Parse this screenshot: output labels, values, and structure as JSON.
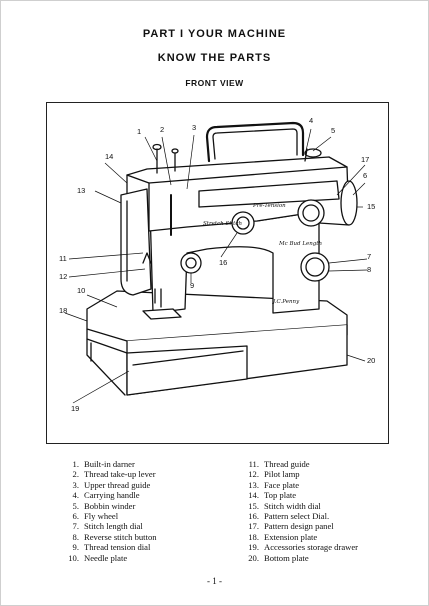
{
  "header": {
    "part": "PART I YOUR MACHINE",
    "subtitle": "KNOW THE PARTS",
    "view": "FRONT VIEW"
  },
  "diagram": {
    "callouts": [
      "1",
      "2",
      "3",
      "4",
      "5",
      "6",
      "7",
      "8",
      "9",
      "10",
      "11",
      "12",
      "13",
      "14",
      "15",
      "16",
      "17",
      "18",
      "19",
      "20"
    ],
    "machine_labels": {
      "model_script": "Stretch Stitch",
      "badge_script": "Pre-Tension",
      "side_script": "Mc Bud Length",
      "brand_script": "J.C.Penny"
    }
  },
  "legend": {
    "left": [
      {
        "num": "1.",
        "text": "Built-in darner"
      },
      {
        "num": "2.",
        "text": "Thread take-up lever"
      },
      {
        "num": "3.",
        "text": "Upper thread guide"
      },
      {
        "num": "4.",
        "text": "Carrying handle"
      },
      {
        "num": "5.",
        "text": "Bobbin winder"
      },
      {
        "num": "6.",
        "text": "Fly wheel"
      },
      {
        "num": "7.",
        "text": "Stitch length dial"
      },
      {
        "num": "8.",
        "text": "Reverse stitch button"
      },
      {
        "num": "9.",
        "text": "Thread tension dial"
      },
      {
        "num": "10.",
        "text": "Needle plate"
      }
    ],
    "right": [
      {
        "num": "11.",
        "text": "Thread guide"
      },
      {
        "num": "12.",
        "text": "Pilot lamp"
      },
      {
        "num": "13.",
        "text": "Face plate"
      },
      {
        "num": "14.",
        "text": "Top plate"
      },
      {
        "num": "15.",
        "text": "Stitch width dial"
      },
      {
        "num": "16.",
        "text": "Pattern select Dial."
      },
      {
        "num": "17.",
        "text": "Pattern design panel"
      },
      {
        "num": "18.",
        "text": "Extension plate"
      },
      {
        "num": "19.",
        "text": "Accessories storage drawer"
      },
      {
        "num": "20.",
        "text": "Bottom plate"
      }
    ]
  },
  "footer": {
    "page_number": "- 1 -"
  }
}
